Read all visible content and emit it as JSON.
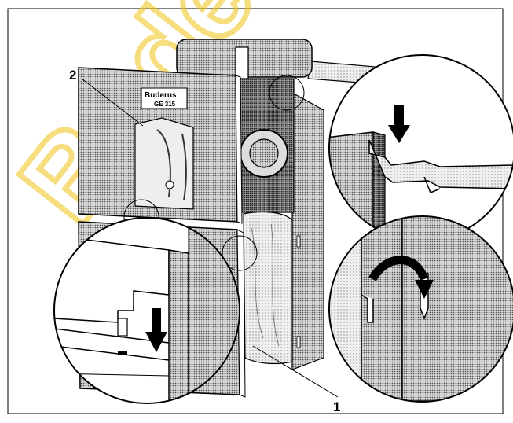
{
  "figure": {
    "callouts": [
      {
        "id": "callout-1",
        "label": "1"
      },
      {
        "id": "callout-2",
        "label": "2"
      }
    ],
    "nameplate": {
      "brand": "Buderus",
      "model": "GE 315"
    },
    "watermark": {
      "text": "Buderus",
      "color": "#f0c418"
    },
    "detail_insets": [
      {
        "id": "inset-top-right",
        "shows": "front panel lowered onto hook",
        "arrow": "down-arrow"
      },
      {
        "id": "inset-bottom-right",
        "shows": "panel hooked and swung in",
        "arrow": "curved-arrow"
      },
      {
        "id": "inset-bottom-left",
        "shows": "lower panel lowered onto slot",
        "arrow": "down-arrow"
      }
    ]
  }
}
